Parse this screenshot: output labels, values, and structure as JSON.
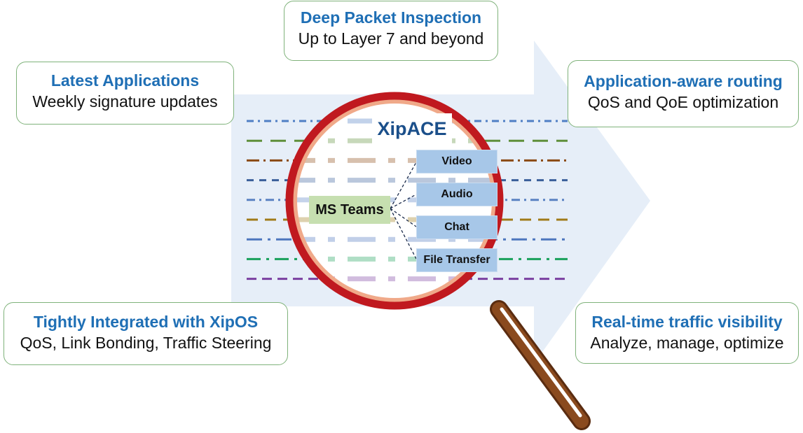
{
  "callouts": {
    "dpi": {
      "title": "Deep Packet Inspection",
      "subtitle": "Up to Layer 7 and beyond"
    },
    "latest": {
      "title": "Latest Applications",
      "subtitle": "Weekly signature updates"
    },
    "routing": {
      "title": "Application-aware routing",
      "subtitle": "QoS and QoE optimization"
    },
    "xipos": {
      "title": "Tightly Integrated with XipOS",
      "subtitle": "QoS, Link Bonding, Traffic Steering"
    },
    "visibility": {
      "title": "Real-time traffic visibility",
      "subtitle": "Analyze, manage, optimize"
    }
  },
  "lens": {
    "title": "XipACE",
    "center": "MS Teams",
    "branches": [
      "Video",
      "Audio",
      "Chat",
      "File Transfer"
    ]
  },
  "colors": {
    "arrow": "#e6eef8",
    "lens_rim": "#c0191f",
    "lens_inner_rim": "#f0a989",
    "handle": "#7a3e1a",
    "title_text": "#1f6fb5",
    "traffic_lines": [
      "#4f7fc4",
      "#5f8f3a",
      "#8b4a14",
      "#3a5f9a",
      "#5a82c2",
      "#a07a18",
      "#4d76bd",
      "#19a05a",
      "#7a3fa0"
    ]
  }
}
